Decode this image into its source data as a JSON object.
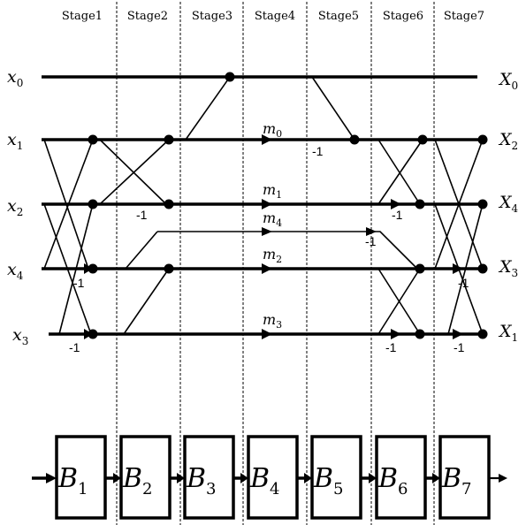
{
  "stages": [
    "Stage1",
    "Stage2",
    "Stage3",
    "Stage4",
    "Stage5",
    "Stage6",
    "Stage7"
  ],
  "inputs": [
    {
      "base": "x",
      "sub": "0"
    },
    {
      "base": "x",
      "sub": "1"
    },
    {
      "base": "x",
      "sub": "2"
    },
    {
      "base": "x",
      "sub": "4"
    },
    {
      "base": "x",
      "sub": "3"
    }
  ],
  "outputs": [
    {
      "base": "X",
      "sub": "0"
    },
    {
      "base": "X",
      "sub": "2"
    },
    {
      "base": "X",
      "sub": "4"
    },
    {
      "base": "X",
      "sub": "3"
    },
    {
      "base": "X",
      "sub": "1"
    }
  ],
  "multipliers": [
    {
      "base": "m",
      "sub": "0"
    },
    {
      "base": "m",
      "sub": "1"
    },
    {
      "base": "m",
      "sub": "4"
    },
    {
      "base": "m",
      "sub": "2"
    },
    {
      "base": "m",
      "sub": "3"
    }
  ],
  "negation_label": "-1",
  "blocks": [
    {
      "base": "B",
      "sub": "1"
    },
    {
      "base": "B",
      "sub": "2"
    },
    {
      "base": "B",
      "sub": "3"
    },
    {
      "base": "B",
      "sub": "4"
    },
    {
      "base": "B",
      "sub": "5"
    },
    {
      "base": "B",
      "sub": "6"
    },
    {
      "base": "B",
      "sub": "7"
    }
  ]
}
